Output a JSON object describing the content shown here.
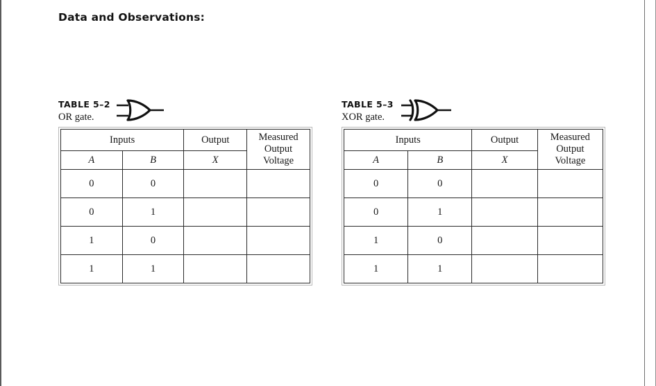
{
  "page": {
    "title": "Data and Observations:"
  },
  "tables": [
    {
      "caption_number": "TABLE 5–2",
      "caption_name": "OR gate.",
      "gate_icon": "or-gate-icon",
      "headers": {
        "inputs": "Inputs",
        "output": "Output",
        "measured_line1": "Measured",
        "measured_line2": "Output",
        "measured_line3": "Voltage",
        "sub_a": "A",
        "sub_b": "B",
        "sub_x": "X"
      },
      "rows": [
        {
          "a": "0",
          "b": "0",
          "x": "",
          "voltage": ""
        },
        {
          "a": "0",
          "b": "1",
          "x": "",
          "voltage": ""
        },
        {
          "a": "1",
          "b": "0",
          "x": "",
          "voltage": ""
        },
        {
          "a": "1",
          "b": "1",
          "x": "",
          "voltage": ""
        }
      ]
    },
    {
      "caption_number": "TABLE 5–3",
      "caption_name": "XOR gate.",
      "gate_icon": "xor-gate-icon",
      "headers": {
        "inputs": "Inputs",
        "output": "Output",
        "measured_line1": "Measured",
        "measured_line2": "Output",
        "measured_line3": "Voltage",
        "sub_a": "A",
        "sub_b": "B",
        "sub_x": "X"
      },
      "rows": [
        {
          "a": "0",
          "b": "0",
          "x": "",
          "voltage": ""
        },
        {
          "a": "0",
          "b": "1",
          "x": "",
          "voltage": ""
        },
        {
          "a": "1",
          "b": "0",
          "x": "",
          "voltage": ""
        },
        {
          "a": "1",
          "b": "1",
          "x": "",
          "voltage": ""
        }
      ]
    }
  ],
  "colors": {
    "page_background": "#ffffff",
    "text": "#161616",
    "table_border": "#2a2a2a",
    "outer_frame": "#b9b9b9",
    "scan_edge": "#5a5a5a"
  }
}
